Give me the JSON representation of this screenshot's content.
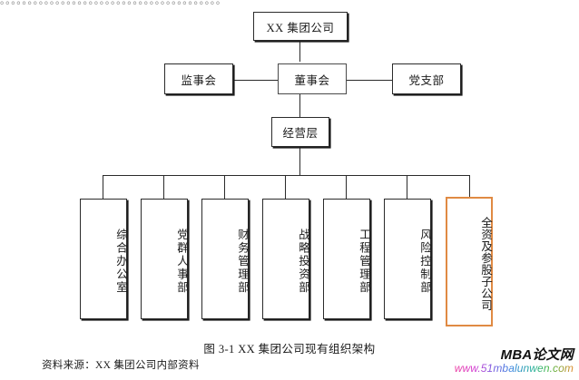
{
  "page": {
    "top_cut_text": "。。。。。。。。。。。。。。。。。。。。。。。。。。。。。。。。。。。。。。。。"
  },
  "chart": {
    "root": {
      "label": "XX 集团公司"
    },
    "level2": [
      {
        "label": "监事会"
      },
      {
        "label": "董事会"
      },
      {
        "label": "党支部"
      }
    ],
    "level3": {
      "label": "经营层"
    },
    "departments": [
      {
        "label": "综合办公室",
        "highlight": false
      },
      {
        "label": "党群人事部",
        "highlight": false
      },
      {
        "label": "财务管理部",
        "highlight": false
      },
      {
        "label": "战略投资部",
        "highlight": false
      },
      {
        "label": "工程管理部",
        "highlight": false
      },
      {
        "label": "风险控制部",
        "highlight": false
      },
      {
        "label": "全资及参股子公司",
        "highlight": true
      }
    ],
    "highlight_color": "#e08a43",
    "line_color": "#2b2b2b"
  },
  "caption": {
    "text": "图 3-1 XX 集团公司现有组织架构"
  },
  "source": {
    "text": "资料来源：XX 集团公司内部资料"
  },
  "watermark": {
    "title": "MBA论文网",
    "url": "www.51mbalunwen.com"
  }
}
